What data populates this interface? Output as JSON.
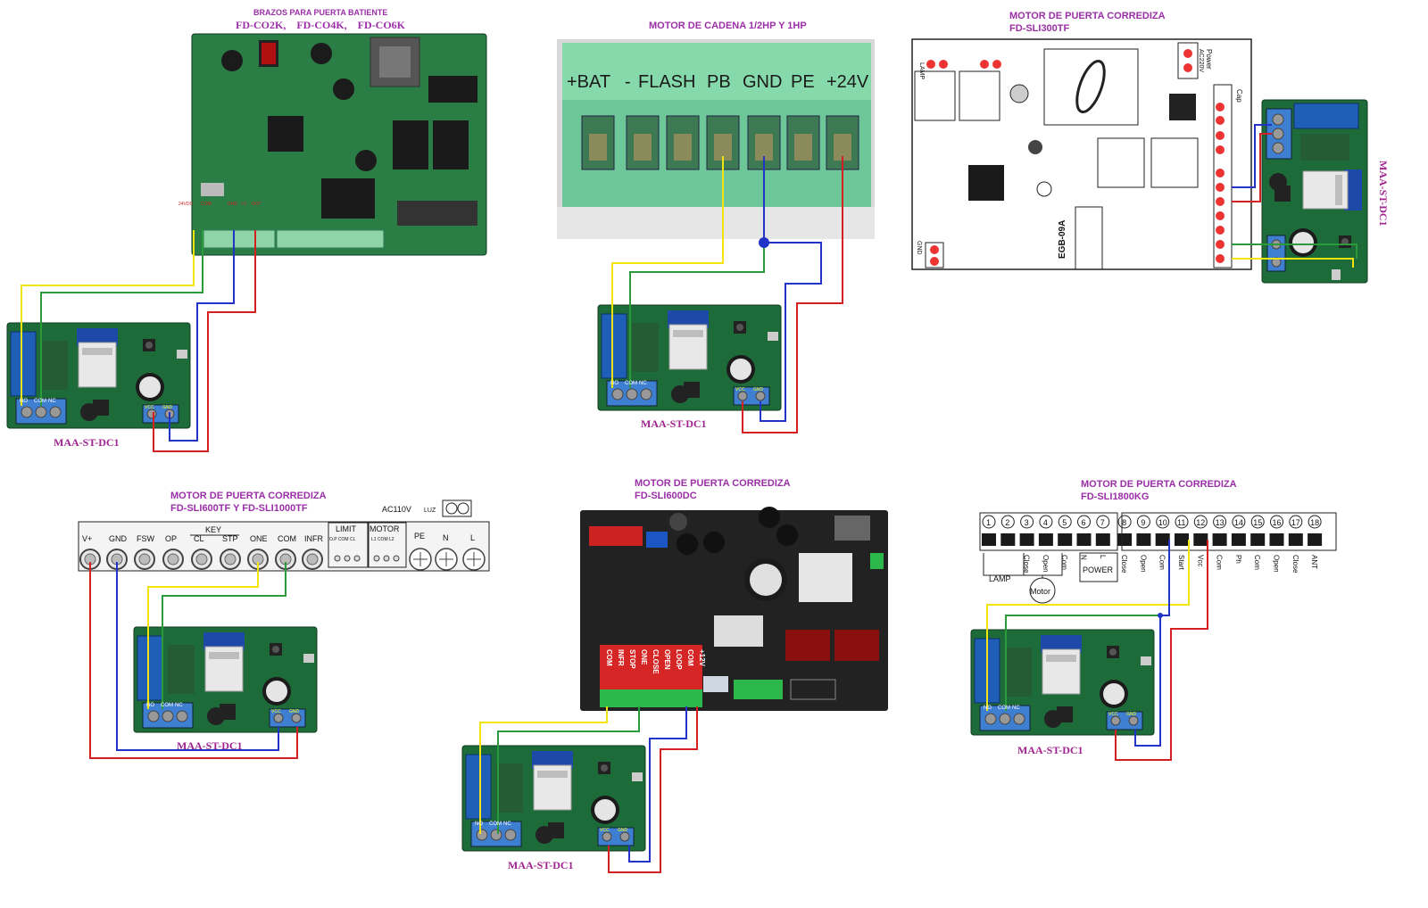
{
  "titles": {
    "brazos": "BRAZOS PARA PUERTA BATIENTE",
    "brazos_models": [
      "FD-CO2K,",
      "FD-CO4K,",
      "FD-CO6K"
    ],
    "cadena": "MOTOR DE CADENA 1/2HP Y 1HP",
    "sli300": "MOTOR DE PUERTA CORREDIZA",
    "sli300_model": "FD-SLI300TF",
    "sli600tf": "MOTOR DE PUERTA CORREDIZA",
    "sli600tf_model": "FD-SLI600TF Y FD-SLI1000TF",
    "sli600dc": "MOTOR DE PUERTA CORREDIZA",
    "sli600dc_model": "FD-SLI600DC",
    "sli1800": "MOTOR DE PUERTA CORREDIZA",
    "sli1800_model": "FD-SLI1800KG"
  },
  "module_label": "MAA-ST-DC1",
  "module_pins": {
    "relay": [
      "NO",
      "COM",
      "NC"
    ],
    "power": [
      "VCC",
      "GND"
    ]
  },
  "cadena_terminals": [
    "+BAT",
    "-",
    "FLASH",
    "PB",
    "GND",
    "PE",
    "+24V"
  ],
  "sli600tf_terminals": [
    "V+",
    "GND",
    "FSW",
    "OP",
    "CL",
    "STP",
    "ONE",
    "COM",
    "INFR"
  ],
  "sli600tf_extra": {
    "key": "KEY",
    "limit": "LIMIT",
    "limit_sub": "O.P COM CL",
    "motor": "MOTOR",
    "motor_sub": "L1 COM L2",
    "pe": "PE",
    "n": "N",
    "l": "L",
    "ac": "AC110V",
    "luz": "LUZ"
  },
  "sli600dc_terminals": [
    "COM",
    "INFR",
    "STOP",
    "ONE",
    "CLOSE",
    "OPEN",
    "LOOP",
    "COM",
    "+12V"
  ],
  "sli1800_numbers": [
    "1",
    "2",
    "3",
    "4",
    "5",
    "6",
    "7",
    "8",
    "9",
    "10",
    "11",
    "12",
    "13",
    "14",
    "15",
    "16",
    "17",
    "18"
  ],
  "sli1800_labels": [
    "Close",
    "Open",
    "Com",
    "N",
    "L",
    "Close",
    "Open",
    "Com",
    "Start",
    "Vcc",
    "Com",
    "Ph",
    "Com",
    "Open",
    "Close",
    "ANT"
  ],
  "sli1800_groups": {
    "lamp": "LAMP",
    "motor": "Motor",
    "power": "POWER"
  },
  "sli300_labels": {
    "board": "EGB-09A",
    "lamp": "LAMP",
    "power": "Power",
    "ac": "AC220V",
    "cap": "Cap",
    "gnd": "GND"
  },
  "brazos_pins": [
    "24VDC",
    "COM",
    "",
    "",
    "GND",
    "+V",
    "OUT"
  ],
  "colors": {
    "yellow": "#f1e40f",
    "green": "#2a9a3a",
    "blue": "#2234c8",
    "red": "#d42020",
    "title": "#9b2fa8"
  }
}
